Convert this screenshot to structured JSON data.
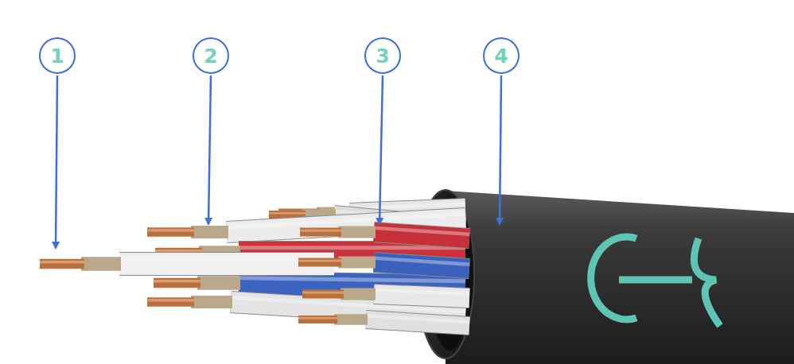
{
  "diagram": {
    "nodes": [
      {
        "text": [
          "1"
        ]
      },
      {
        "text": [
          "2"
        ]
      },
      {
        "text": [
          "3"
        ]
      },
      {
        "text": [
          "4"
        ]
      }
    ]
  }
}
